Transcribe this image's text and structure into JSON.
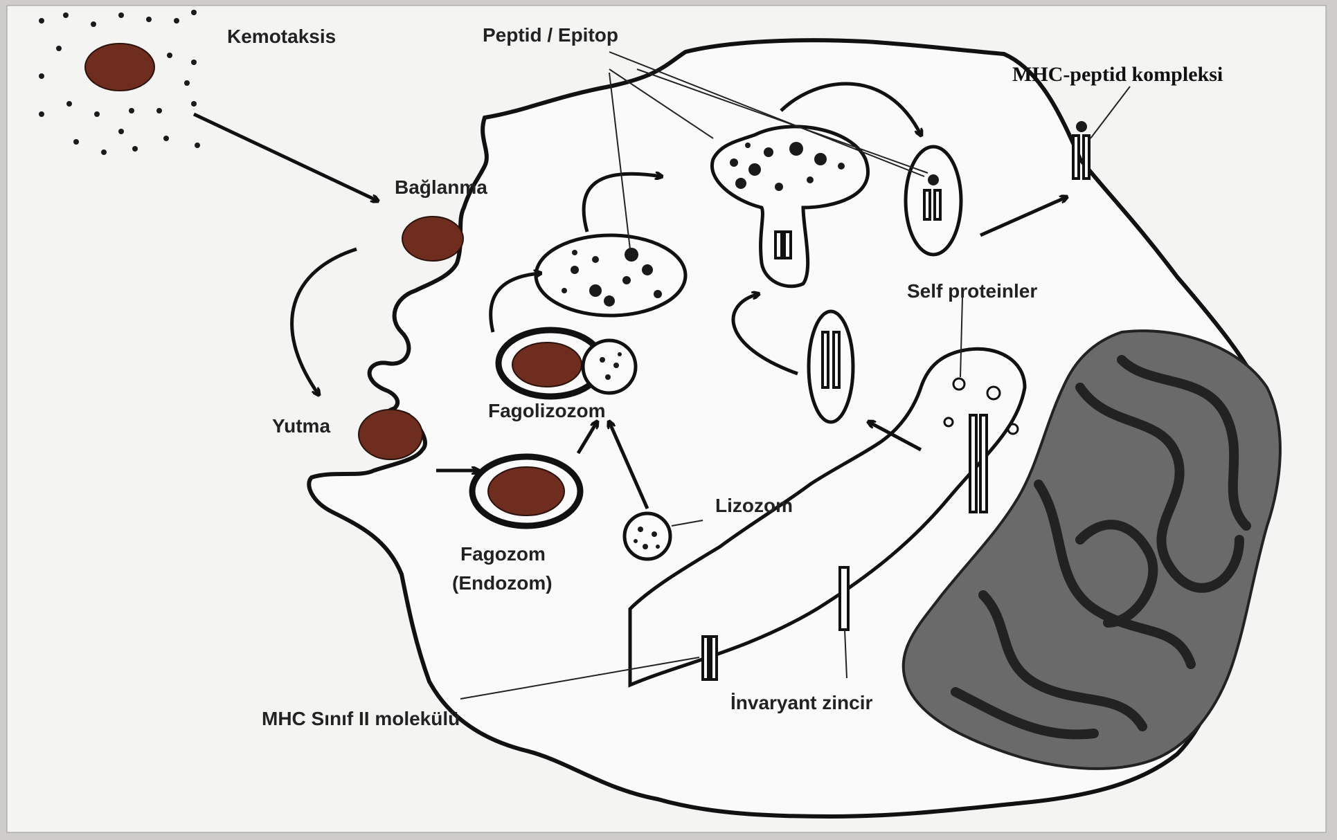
{
  "labels": {
    "kemotaksis": "Kemotaksis",
    "peptid_epitop": "Peptid / Epitop",
    "mhc_peptid": "MHC-peptid kompleksi",
    "baglanma": "Bağlanma",
    "self_proteinler": "Self proteinler",
    "fagolizozom": "Fagolizozom",
    "yutma": "Yutma",
    "lizozom": "Lizozom",
    "fagozom_line1": "Fagozom",
    "fagozom_line2": "(Endozom)",
    "mhc_sinif2": "MHC Sınıf II molekülü",
    "invaryant": "İnvaryant zincir"
  },
  "colors": {
    "background": "#cfcdc9",
    "cell_fill": "#fafafa",
    "bacterium": "#6e2d1e",
    "nucleus": "#6a6a6a",
    "chromatin": "#222222"
  }
}
